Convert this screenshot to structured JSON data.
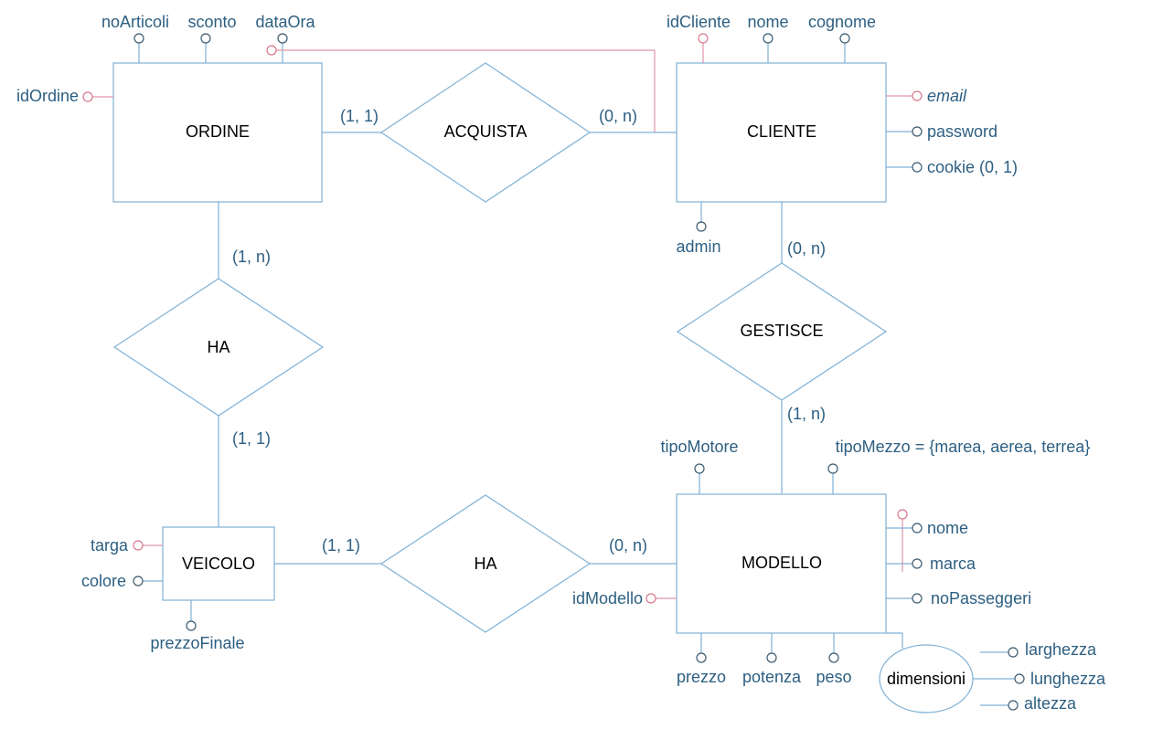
{
  "entities": {
    "ordine": "ORDINE",
    "cliente": "CLIENTE",
    "veicolo": "VEICOLO",
    "modello": "MODELLO"
  },
  "relationships": {
    "acquista": "ACQUISTA",
    "ha_top": "HA",
    "gestisce": "GESTISCE",
    "ha_bottom": "HA"
  },
  "cardinalities": {
    "ordine_acquista": "(1, 1)",
    "cliente_acquista": "(0, n)",
    "ordine_ha": "(1, n)",
    "veicolo_ha": "(1, 1)",
    "cliente_gestisce": "(0, n)",
    "modello_gestisce": "(1, n)",
    "veicolo_ha2": "(1, 1)",
    "modello_ha2": "(0, n)"
  },
  "attributes": {
    "ordine": {
      "noArticoli": "noArticoli",
      "sconto": "sconto",
      "dataOra": "dataOra",
      "idOrdine": "idOrdine"
    },
    "cliente": {
      "idCliente": "idCliente",
      "nome": "nome",
      "cognome": "cognome",
      "email": "email",
      "password": "password",
      "cookie": "cookie (0, 1)",
      "admin": "admin"
    },
    "veicolo": {
      "targa": "targa",
      "colore": "colore",
      "prezzoFinale": "prezzoFinale"
    },
    "modello": {
      "tipoMotore": "tipoMotore",
      "tipoMezzo": "tipoMezzo = {marea, aerea, terrea}",
      "nome": "nome",
      "marca": "marca",
      "noPasseggeri": "noPasseggeri",
      "idModello": "idModello",
      "prezzo": "prezzo",
      "potenza": "potenza",
      "peso": "peso"
    },
    "dimensioni": {
      "label": "dimensioni",
      "larghezza": "larghezza",
      "lunghezza": "lunghezza",
      "altezza": "altezza"
    }
  },
  "colors": {
    "entity_stroke": "#7fb1d6",
    "key_stroke": "#e096a8",
    "attribute_text": "#2d5f82",
    "entity_text": "#000000"
  }
}
